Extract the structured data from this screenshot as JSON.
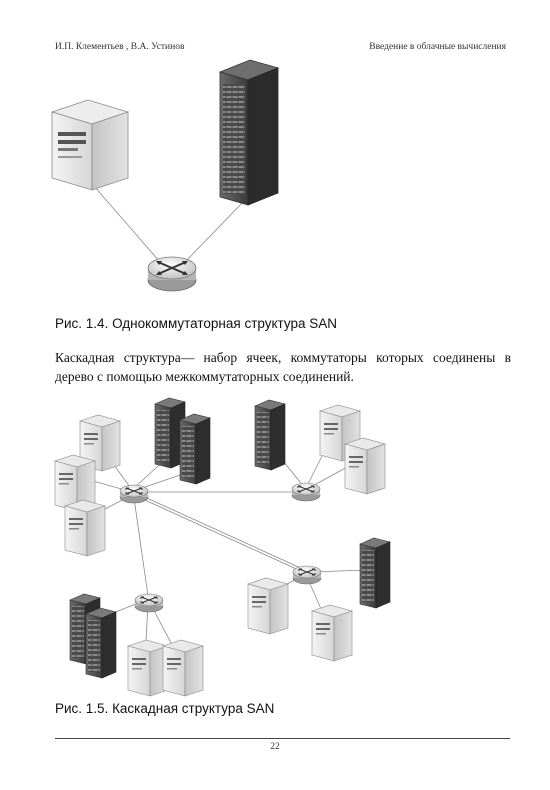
{
  "header": {
    "authors": "И.П. Клементьев , В.А. Устинов",
    "book_title": "Введение в облачные вычисления"
  },
  "figure1": {
    "caption": "Рис. 1.4.  Однокоммутаторная структура SAN"
  },
  "paragraph": "Каскадная структура— набор ячеек, коммутаторы которых соединены в дерево с помощью межкоммутаторных соединений.",
  "figure2": {
    "caption": "Рис. 1.5.  Каскадная структура SAN"
  },
  "footer": {
    "page_number": "22"
  }
}
